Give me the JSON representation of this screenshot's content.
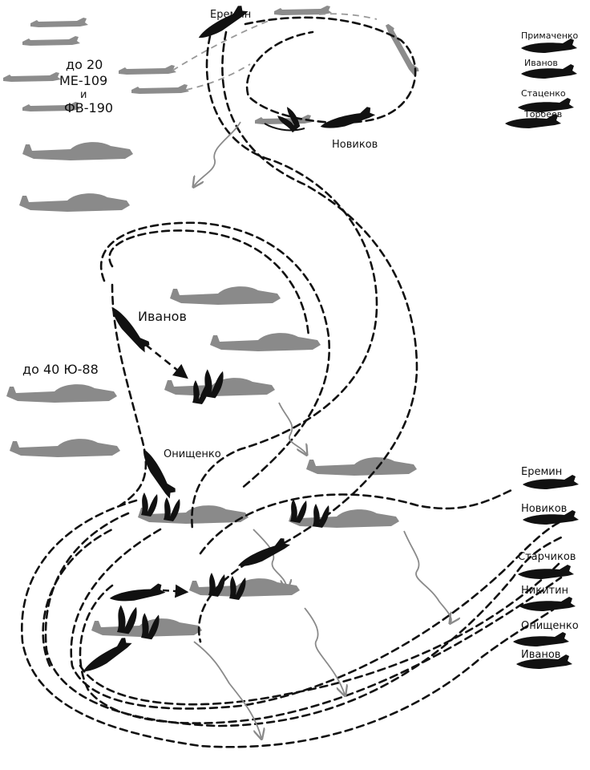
{
  "labels": {
    "enemy_fighter_group": [
      "до 20",
      "МЕ-109",
      "и",
      "ФВ-190"
    ],
    "enemy_bomber_group": "до 40 Ю-88",
    "eremin_top": "Еремин",
    "novikov_top": "Новиков",
    "ivanov_mid": "Иванов",
    "onishchenko_mid": "Онищенко"
  },
  "legend_top": [
    "Примаченко",
    "Иванов",
    "Стаценко",
    "Торбеев"
  ],
  "legend_bottom": [
    "Еремин",
    "Новиков",
    "Старчиков",
    "Никитин",
    "Онищенко",
    "Иванов"
  ],
  "colors": {
    "ours": "#111111",
    "enemy": "#8c8c8c",
    "route": "#111111"
  }
}
